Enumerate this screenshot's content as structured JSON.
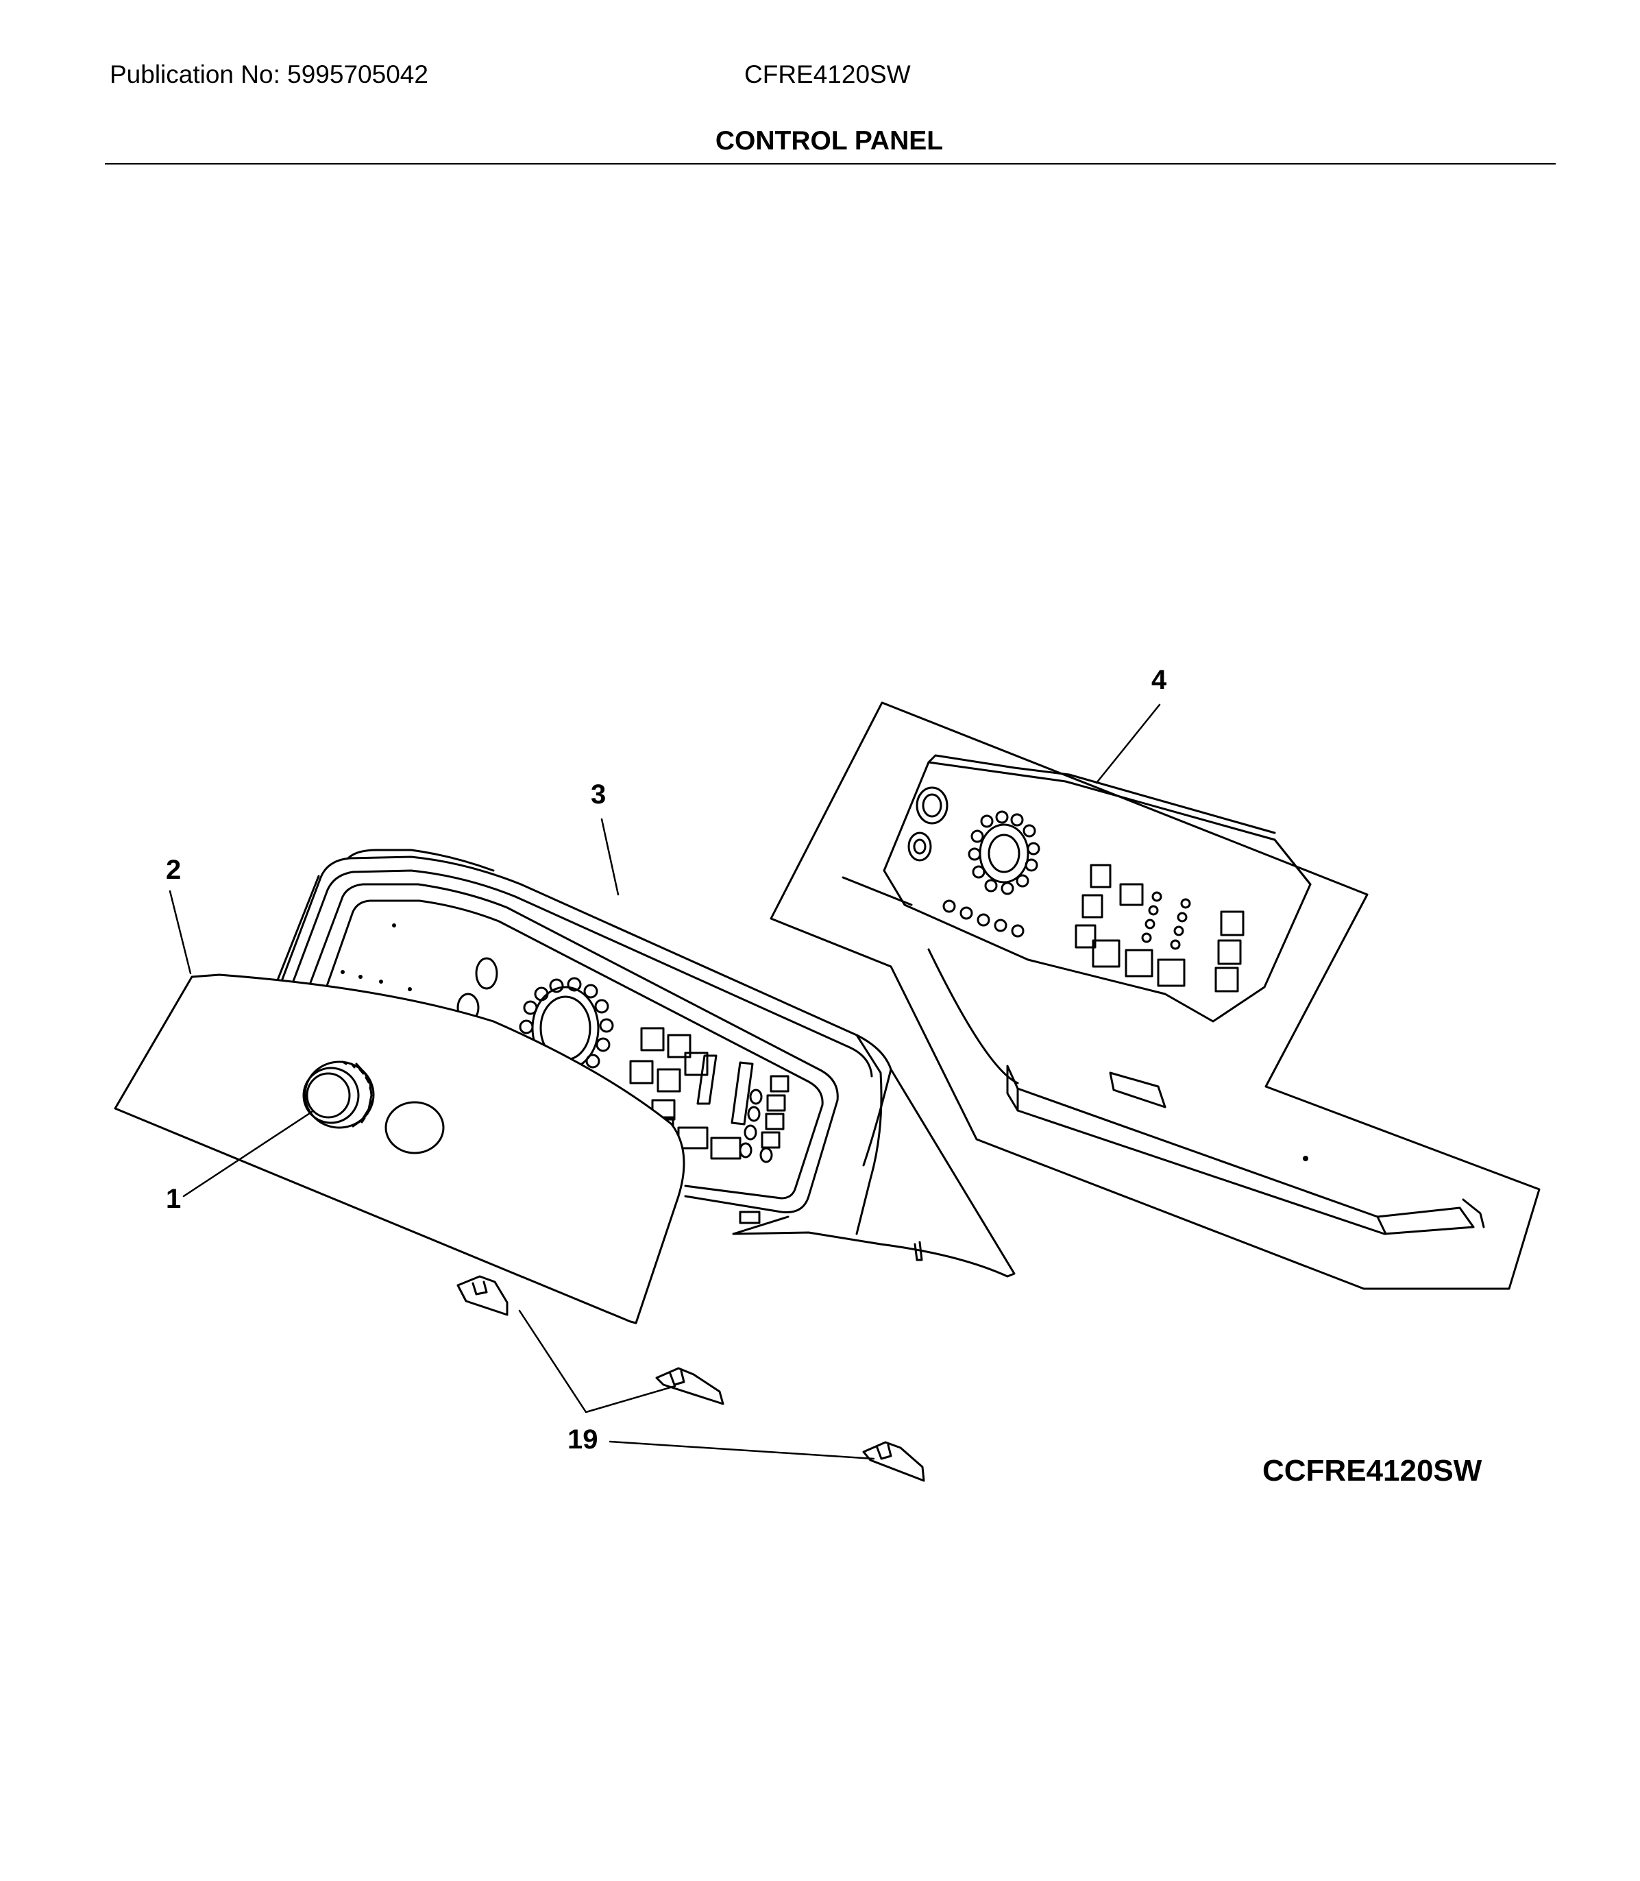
{
  "header": {
    "publication": "Publication No: 5995705042",
    "model": "CFRE4120SW",
    "section_title": "CONTROL PANEL"
  },
  "diagram": {
    "callouts": [
      "1",
      "2",
      "3",
      "4",
      "19"
    ],
    "figure_id": "CCFRE4120SW"
  }
}
